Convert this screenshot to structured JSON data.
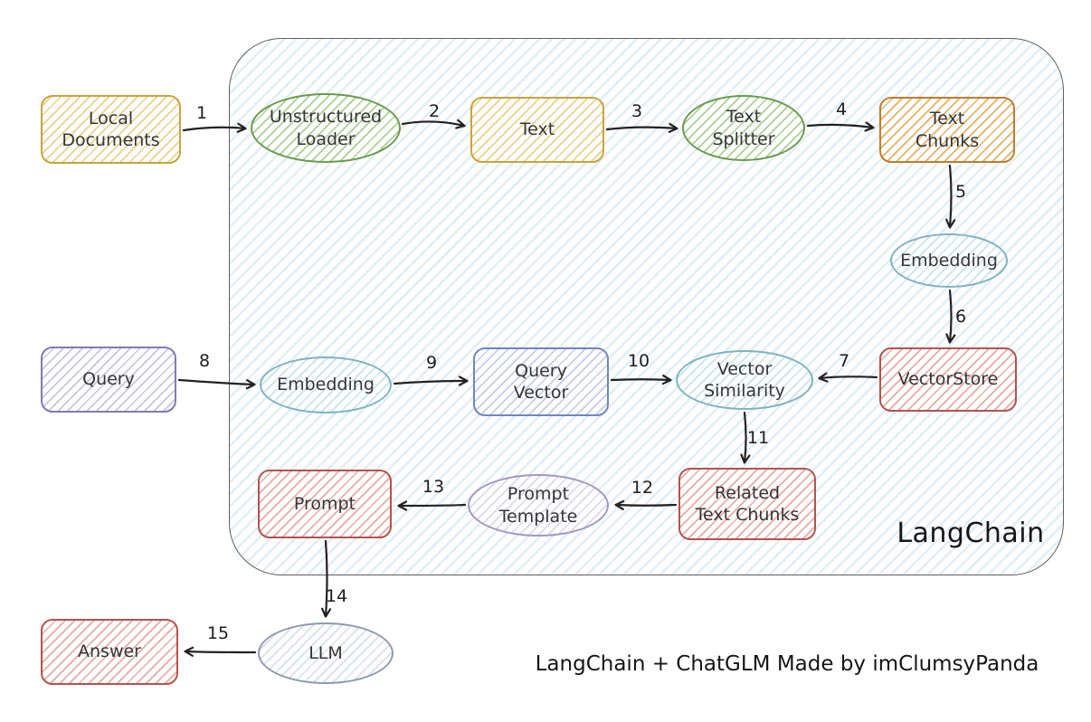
{
  "title": "LangChain",
  "caption": "LangChain + ChatGLM Made by imClumsyPanda",
  "nodes": {
    "local_documents": "Local Documents",
    "unstructured_loader": "Unstructured Loader",
    "text": "Text",
    "text_splitter": "Text Splitter",
    "text_chunks": "Text Chunks",
    "embedding_docs": "Embedding",
    "vector_store": "VectorStore",
    "query": "Query",
    "embedding_query": "Embedding",
    "query_vector": "Query Vector",
    "vector_similarity": "Vector Similarity",
    "related_text_chunks": "Related Text Chunks",
    "prompt_template": "Prompt Template",
    "prompt": "Prompt",
    "llm": "LLM",
    "answer": "Answer"
  },
  "edges": {
    "e1": {
      "label": "1",
      "from": "local_documents",
      "to": "unstructured_loader"
    },
    "e2": {
      "label": "2",
      "from": "unstructured_loader",
      "to": "text"
    },
    "e3": {
      "label": "3",
      "from": "text",
      "to": "text_splitter"
    },
    "e4": {
      "label": "4",
      "from": "text_splitter",
      "to": "text_chunks"
    },
    "e5": {
      "label": "5",
      "from": "text_chunks",
      "to": "embedding_docs"
    },
    "e6": {
      "label": "6",
      "from": "embedding_docs",
      "to": "vector_store"
    },
    "e7": {
      "label": "7",
      "from": "vector_store",
      "to": "vector_similarity"
    },
    "e8": {
      "label": "8",
      "from": "query",
      "to": "embedding_query"
    },
    "e9": {
      "label": "9",
      "from": "embedding_query",
      "to": "query_vector"
    },
    "e10": {
      "label": "10",
      "from": "query_vector",
      "to": "vector_similarity"
    },
    "e11": {
      "label": "11",
      "from": "vector_similarity",
      "to": "related_text_chunks"
    },
    "e12": {
      "label": "12",
      "from": "related_text_chunks",
      "to": "prompt_template"
    },
    "e13": {
      "label": "13",
      "from": "prompt_template",
      "to": "prompt"
    },
    "e14": {
      "label": "14",
      "from": "prompt",
      "to": "llm"
    },
    "e15": {
      "label": "15",
      "from": "llm",
      "to": "answer"
    }
  },
  "colors": {
    "yellow_border": "#c9a43c",
    "green_border": "#6a9a4e",
    "orange_border": "#bf7d2a",
    "cyan_border": "#7fb3bf",
    "red_border": "#b2544e",
    "purple_border": "#8279b3",
    "blue_border": "#7186c0",
    "lavender_border": "#9e98c4",
    "gray_border": "#8d9aae",
    "container_fill": "#ddeaf4",
    "arrow": "#222222"
  }
}
